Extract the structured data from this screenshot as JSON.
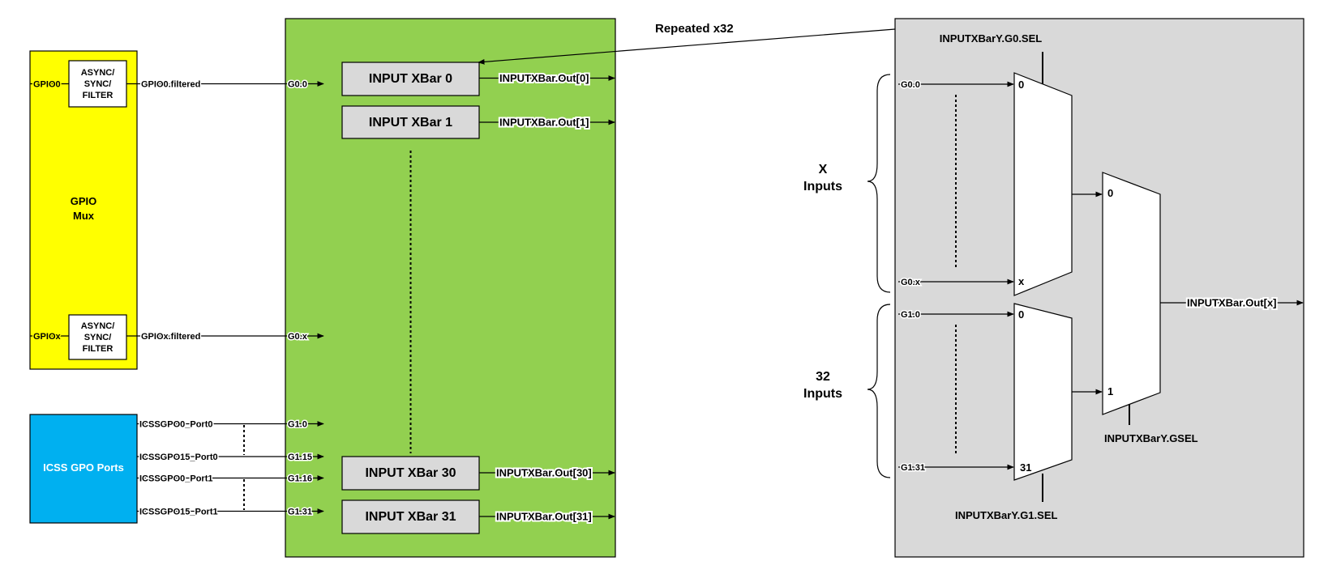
{
  "gpio_mux": {
    "title_line1": "GPIO",
    "title_line2": "Mux",
    "color": "#ffff00",
    "filter_line1": "ASYNC/",
    "filter_line2": "SYNC/",
    "filter_line3": "FILTER",
    "in0": "GPIO0",
    "out0": "GPIO0.filtered",
    "inx": "GPIOx",
    "outx": "GPIOx.filtered"
  },
  "icss": {
    "title": "ICSS GPO Ports",
    "color": "#00b0f0",
    "ports": [
      "ICSSGPO0_Port0",
      "ICSSGPO15_Port0",
      "ICSSGPO0_Port1",
      "ICSSGPO15_Port1"
    ]
  },
  "xbar_block": {
    "color": "#92d050",
    "inputs": [
      "G0.0",
      "G0.x",
      "G1.0",
      "G1.15",
      "G1.16",
      "G1.31"
    ],
    "xbars": [
      {
        "label": "INPUT XBar 0",
        "out": "INPUTXBar.Out[0]"
      },
      {
        "label": "INPUT XBar 1",
        "out": "INPUTXBar.Out[1]"
      },
      {
        "label": "INPUT XBar 30",
        "out": "INPUTXBar.Out[30]"
      },
      {
        "label": "INPUT XBar 31",
        "out": "INPUTXBar.Out[31]"
      }
    ],
    "repeated": "Repeated x32"
  },
  "detail": {
    "color": "#d9d9d9",
    "g0_sel": "INPUTXBarY.G0.SEL",
    "g1_sel": "INPUTXBarY.G1.SEL",
    "gsel": "INPUTXBarY.GSEL",
    "x_inputs_line1": "X",
    "x_inputs_line2": "Inputs",
    "n_inputs_line1": "32",
    "n_inputs_line2": "Inputs",
    "g0_first": "G0.0",
    "g0_last": "G0.x",
    "g1_first": "G1.0",
    "g1_last": "G1.31",
    "mux0_top": "0",
    "mux0_bottom": "x",
    "mux1_top": "0",
    "mux1_bottom": "31",
    "mux2_top": "0",
    "mux2_bottom": "1",
    "output": "INPUTXBar.Out[x]"
  }
}
